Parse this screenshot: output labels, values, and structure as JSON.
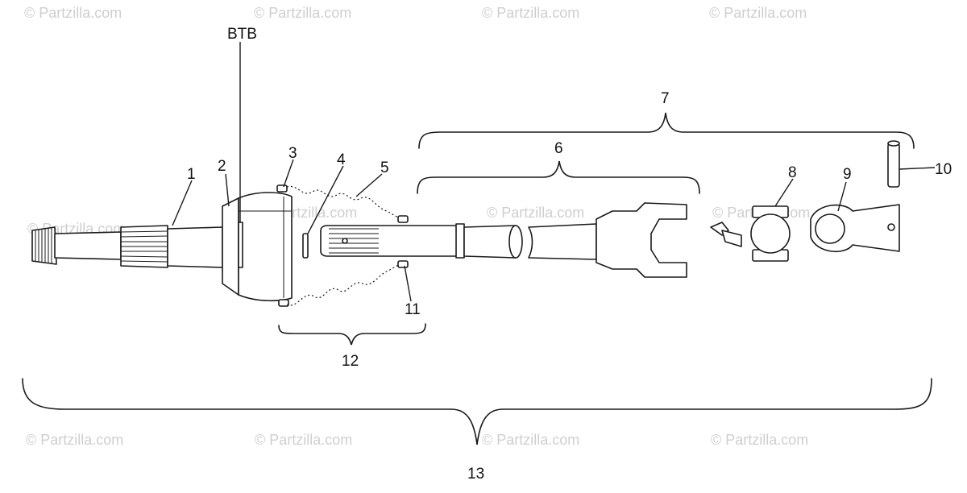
{
  "watermark": "© Partzilla.com",
  "callouts": {
    "btb": "BTB",
    "c1": "1",
    "c2": "2",
    "c3": "3",
    "c4": "4",
    "c5": "5",
    "c6": "6",
    "c7": "7",
    "c8": "8",
    "c9": "9",
    "c10": "10",
    "c11": "11",
    "c12": "12",
    "c13": "13"
  },
  "colors": {
    "ink": "#1a1a1a",
    "watermark": "#cfcfcf",
    "background": "#ffffff"
  }
}
